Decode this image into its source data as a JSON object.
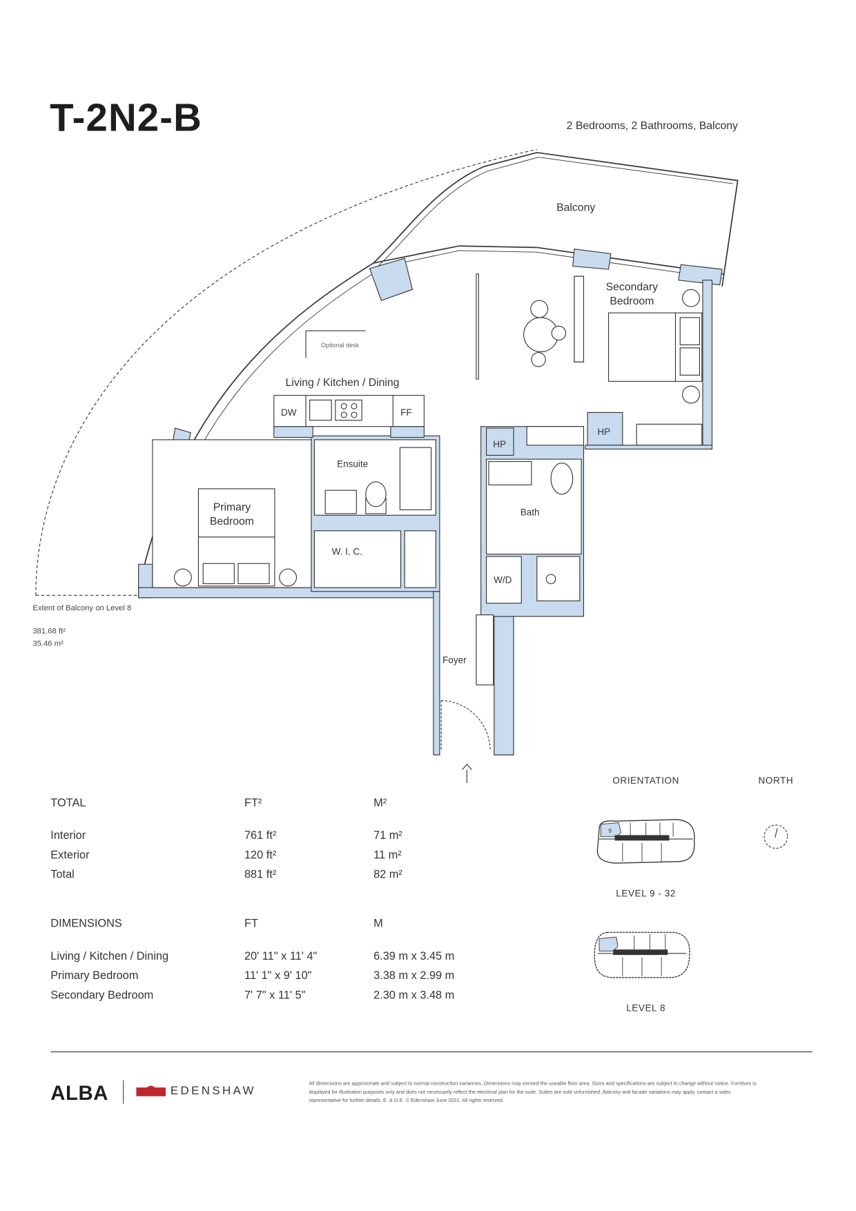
{
  "header": {
    "title": "T-2N2-B",
    "subtitle": "2 Bedrooms, 2 Bathrooms, Balcony"
  },
  "plan": {
    "balcony": "Balcony",
    "secondary_bedroom_1": "Secondary",
    "secondary_bedroom_2": "Bedroom",
    "optional_desk": "Optional desk",
    "living": "Living / Kitchen / Dining",
    "dw": "DW",
    "ff": "FF",
    "hp_1": "HP",
    "hp_2": "HP",
    "ensuite": "Ensuite",
    "primary_bedroom_1": "Primary",
    "primary_bedroom_2": "Bedroom",
    "bath": "Bath",
    "wic": "W. I. C.",
    "wd": "W/D",
    "foyer": "Foyer",
    "balcony_extent": "Extent of Balcony on Level 8",
    "balcony_extent_ft": "381.68 ft²",
    "balcony_extent_m": "35.46 m²"
  },
  "colors": {
    "wall_fill": "#c9dbee",
    "line": "#333333",
    "brand_red": "#c0262d"
  },
  "totals": {
    "header": {
      "label": "TOTAL",
      "ft": "FT²",
      "m": "M²"
    },
    "rows": [
      {
        "label": "Interior",
        "ft": "761 ft²",
        "m": "71 m²"
      },
      {
        "label": "Exterior",
        "ft": "120 ft²",
        "m": "11 m²"
      },
      {
        "label": "Total",
        "ft": "881 ft²",
        "m": "82 m²"
      }
    ]
  },
  "dimensions": {
    "header": {
      "label": "DIMENSIONS",
      "ft": "FT",
      "m": "M"
    },
    "rows": [
      {
        "label": "Living / Kitchen / Dining",
        "ft": "20' 11\" x 11' 4\"",
        "m": "6.39 m x 3.45 m"
      },
      {
        "label": "Primary Bedroom",
        "ft": "11' 1\" x 9' 10\"",
        "m": "3.38 m x 2.99 m"
      },
      {
        "label": "Secondary Bedroom",
        "ft": "7' 7\" x 11' 5\"",
        "m": "2.30 m x 3.48 m"
      }
    ]
  },
  "orientation": {
    "title": "ORIENTATION",
    "north": "NORTH",
    "unit_marker": "9",
    "level_a": "LEVEL 9 - 32",
    "level_b": "LEVEL 8"
  },
  "footer": {
    "brand": "ALBA",
    "partner": "EDENSHAW",
    "disclaimer": "All dimensions are approximate and subject to normal construction variances. Dimensions may exceed the useable floor area. Sizes and specifications are subject to change without notice. Furniture is displayed for illustration purposes only and does not necessarily reflect the electrical plan for the suite. Suites are sold unfurnished. Balcony and facade variations may apply, contact a sales representative for further details. E. & O.E. © Edenshaw June 2021. All rights reserved."
  }
}
